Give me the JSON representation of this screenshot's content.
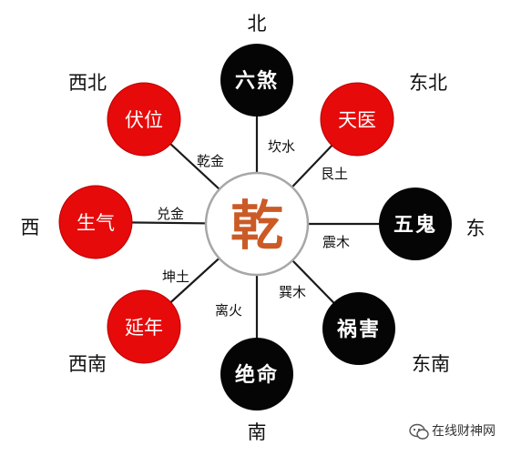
{
  "center": {
    "label": "乾"
  },
  "directions": {
    "north": "北",
    "northeast": "东北",
    "east": "东",
    "southeast": "东南",
    "south": "南",
    "southwest": "西南",
    "west": "西",
    "northwest": "西北"
  },
  "stars": {
    "north": {
      "label": "六煞",
      "fortune": "inauspicious",
      "color": "#050505"
    },
    "northeast": {
      "label": "天医",
      "fortune": "auspicious",
      "color": "#e70a0a"
    },
    "east": {
      "label": "五鬼",
      "fortune": "inauspicious",
      "color": "#050505"
    },
    "southeast": {
      "label": "祸害",
      "fortune": "inauspicious",
      "color": "#050505"
    },
    "south": {
      "label": "绝命",
      "fortune": "inauspicious",
      "color": "#050505"
    },
    "southwest": {
      "label": "延年",
      "fortune": "auspicious",
      "color": "#e70a0a"
    },
    "west": {
      "label": "生气",
      "fortune": "auspicious",
      "color": "#e70a0a"
    },
    "northwest": {
      "label": "伏位",
      "fortune": "auspicious",
      "color": "#e70a0a"
    }
  },
  "spoke_labels": {
    "north": "坎水",
    "northeast": "艮土",
    "east": "震木",
    "southeast": "巽木",
    "south": "离火",
    "southwest": "坤土",
    "west": "兑金",
    "northwest": "乾金"
  },
  "watermark": {
    "icon": "wechat-icon",
    "text": "在线财神网"
  },
  "colors": {
    "center_text": "#cb5a26",
    "auspicious": "#e70a0a",
    "inauspicious": "#050505"
  }
}
